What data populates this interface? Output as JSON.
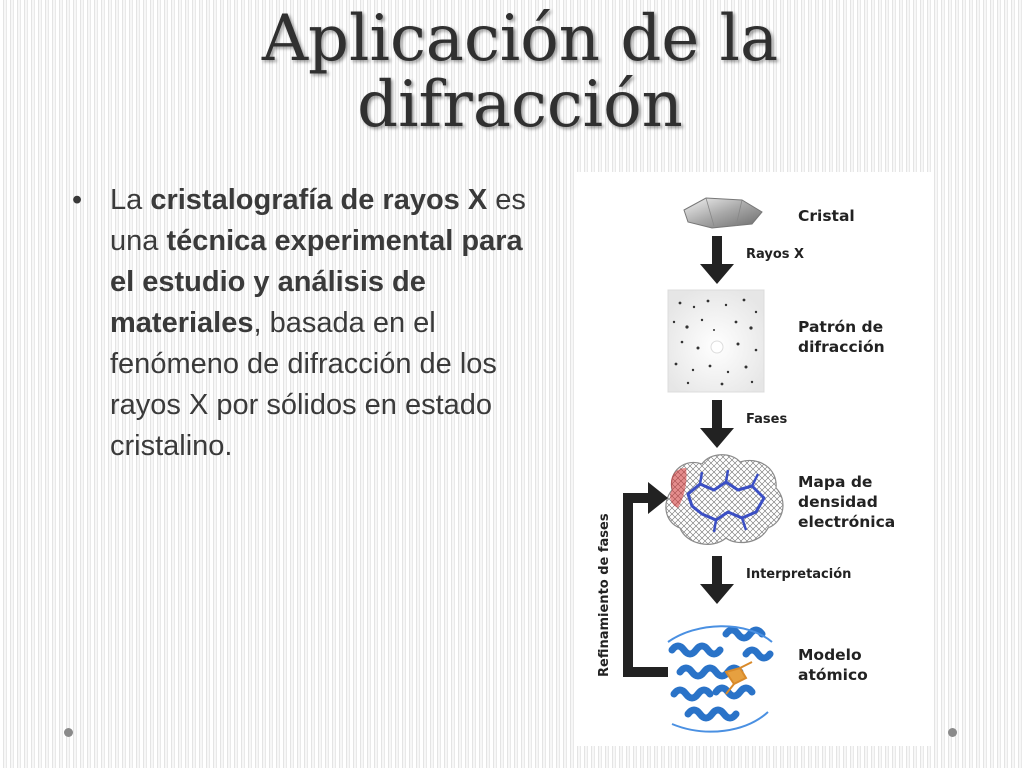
{
  "slide": {
    "title": "Aplicación de la difracción",
    "bullet": {
      "marker": "•",
      "runs": [
        {
          "text": "La ",
          "bold": false
        },
        {
          "text": "cristalografía de rayos X",
          "bold": true
        },
        {
          "text": " es una ",
          "bold": false
        },
        {
          "text": "técnica experimental para el estudio y análisis de materiales",
          "bold": true
        },
        {
          "text": ", basada en el fenómeno de difracción de los rayos X por sólidos en estado cristalino.",
          "bold": false
        }
      ]
    }
  },
  "figure": {
    "steps": {
      "crystal": [
        "Cristal"
      ],
      "pattern": [
        "Patrón de",
        "difracción"
      ],
      "density": [
        "Mapa de",
        "densidad",
        "electrónica"
      ],
      "model": [
        "Modelo",
        "atómico"
      ]
    },
    "arrows": {
      "xray": "Rayos X",
      "phases": "Fases",
      "interpretation": "Interpretación"
    },
    "loop_label": "Refinamiento de fases",
    "colors": {
      "arrow": "#222222",
      "density_mesh": "#3b4fc4",
      "density_red": "#d03030",
      "model_helix": "#2a73c8"
    }
  }
}
